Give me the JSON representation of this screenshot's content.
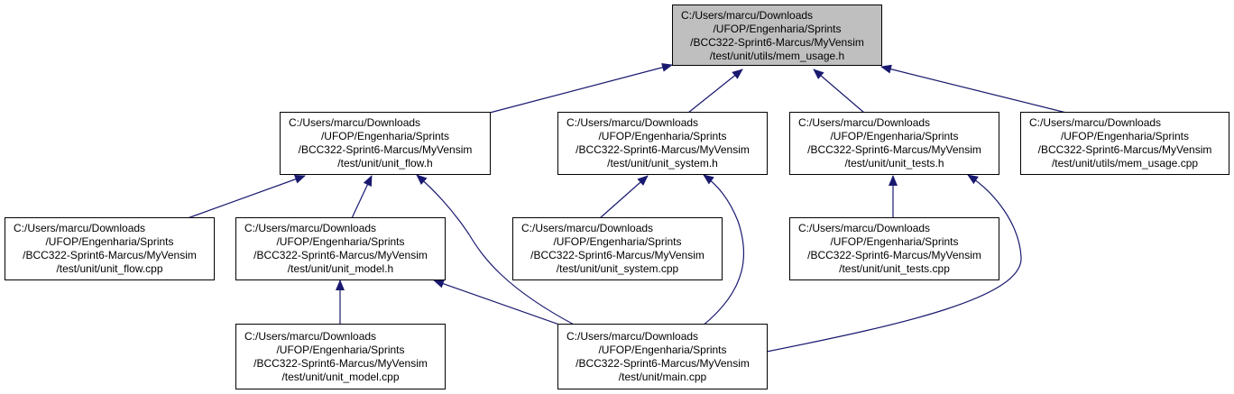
{
  "diagram": {
    "colors": {
      "edge": "#191970",
      "highlight_fill": "#bfbfbf",
      "border": "#000000"
    },
    "nodes": {
      "mem_usage_h": {
        "lines": [
          "C:/Users/marcu/Downloads",
          "/UFOP/Engenharia/Sprints",
          "/BCC322-Sprint6-Marcus/MyVensim",
          "/test/unit/utils/mem_usage.h"
        ]
      },
      "unit_flow_h": {
        "lines": [
          "C:/Users/marcu/Downloads",
          "/UFOP/Engenharia/Sprints",
          "/BCC322-Sprint6-Marcus/MyVensim",
          "/test/unit/unit_flow.h"
        ]
      },
      "unit_system_h": {
        "lines": [
          "C:/Users/marcu/Downloads",
          "/UFOP/Engenharia/Sprints",
          "/BCC322-Sprint6-Marcus/MyVensim",
          "/test/unit/unit_system.h"
        ]
      },
      "unit_tests_h": {
        "lines": [
          "C:/Users/marcu/Downloads",
          "/UFOP/Engenharia/Sprints",
          "/BCC322-Sprint6-Marcus/MyVensim",
          "/test/unit/unit_tests.h"
        ]
      },
      "mem_usage_cpp": {
        "lines": [
          "C:/Users/marcu/Downloads",
          "/UFOP/Engenharia/Sprints",
          "/BCC322-Sprint6-Marcus/MyVensim",
          "/test/unit/utils/mem_usage.cpp"
        ]
      },
      "unit_flow_cpp": {
        "lines": [
          "C:/Users/marcu/Downloads",
          "/UFOP/Engenharia/Sprints",
          "/BCC322-Sprint6-Marcus/MyVensim",
          "/test/unit/unit_flow.cpp"
        ]
      },
      "unit_model_h": {
        "lines": [
          "C:/Users/marcu/Downloads",
          "/UFOP/Engenharia/Sprints",
          "/BCC322-Sprint6-Marcus/MyVensim",
          "/test/unit/unit_model.h"
        ]
      },
      "unit_system_cpp": {
        "lines": [
          "C:/Users/marcu/Downloads",
          "/UFOP/Engenharia/Sprints",
          "/BCC322-Sprint6-Marcus/MyVensim",
          "/test/unit/unit_system.cpp"
        ]
      },
      "unit_tests_cpp": {
        "lines": [
          "C:/Users/marcu/Downloads",
          "/UFOP/Engenharia/Sprints",
          "/BCC322-Sprint6-Marcus/MyVensim",
          "/test/unit/unit_tests.cpp"
        ]
      },
      "unit_model_cpp": {
        "lines": [
          "C:/Users/marcu/Downloads",
          "/UFOP/Engenharia/Sprints",
          "/BCC322-Sprint6-Marcus/MyVensim",
          "/test/unit/unit_model.cpp"
        ]
      },
      "main_cpp": {
        "lines": [
          "C:/Users/marcu/Downloads",
          "/UFOP/Engenharia/Sprints",
          "/BCC322-Sprint6-Marcus/MyVensim",
          "/test/unit/main.cpp"
        ]
      }
    }
  }
}
